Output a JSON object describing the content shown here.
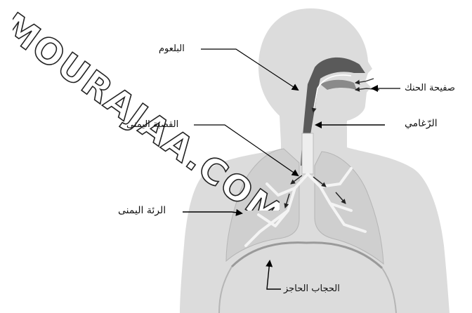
{
  "labels": {
    "pharynx": "البلعوم",
    "palate": "صفيحة الحنك",
    "trachea": "الرّغامي",
    "right_bronchus": "القصبة اليمنى",
    "right_lung": "الرئة اليمنى",
    "diaphragm": "الحجاب الحاجز"
  },
  "watermark": "MOURAJAA.COM",
  "colors": {
    "body_fill": "#dcdcdc",
    "body_dark": "#c9c9c9",
    "airway_dark": "#555555",
    "lung_fill": "#cfcfcf",
    "bronchi": "#f4f4f4",
    "arrow": "#000000",
    "watermark_fill": "#ffffff",
    "watermark_stroke": "#222222"
  }
}
